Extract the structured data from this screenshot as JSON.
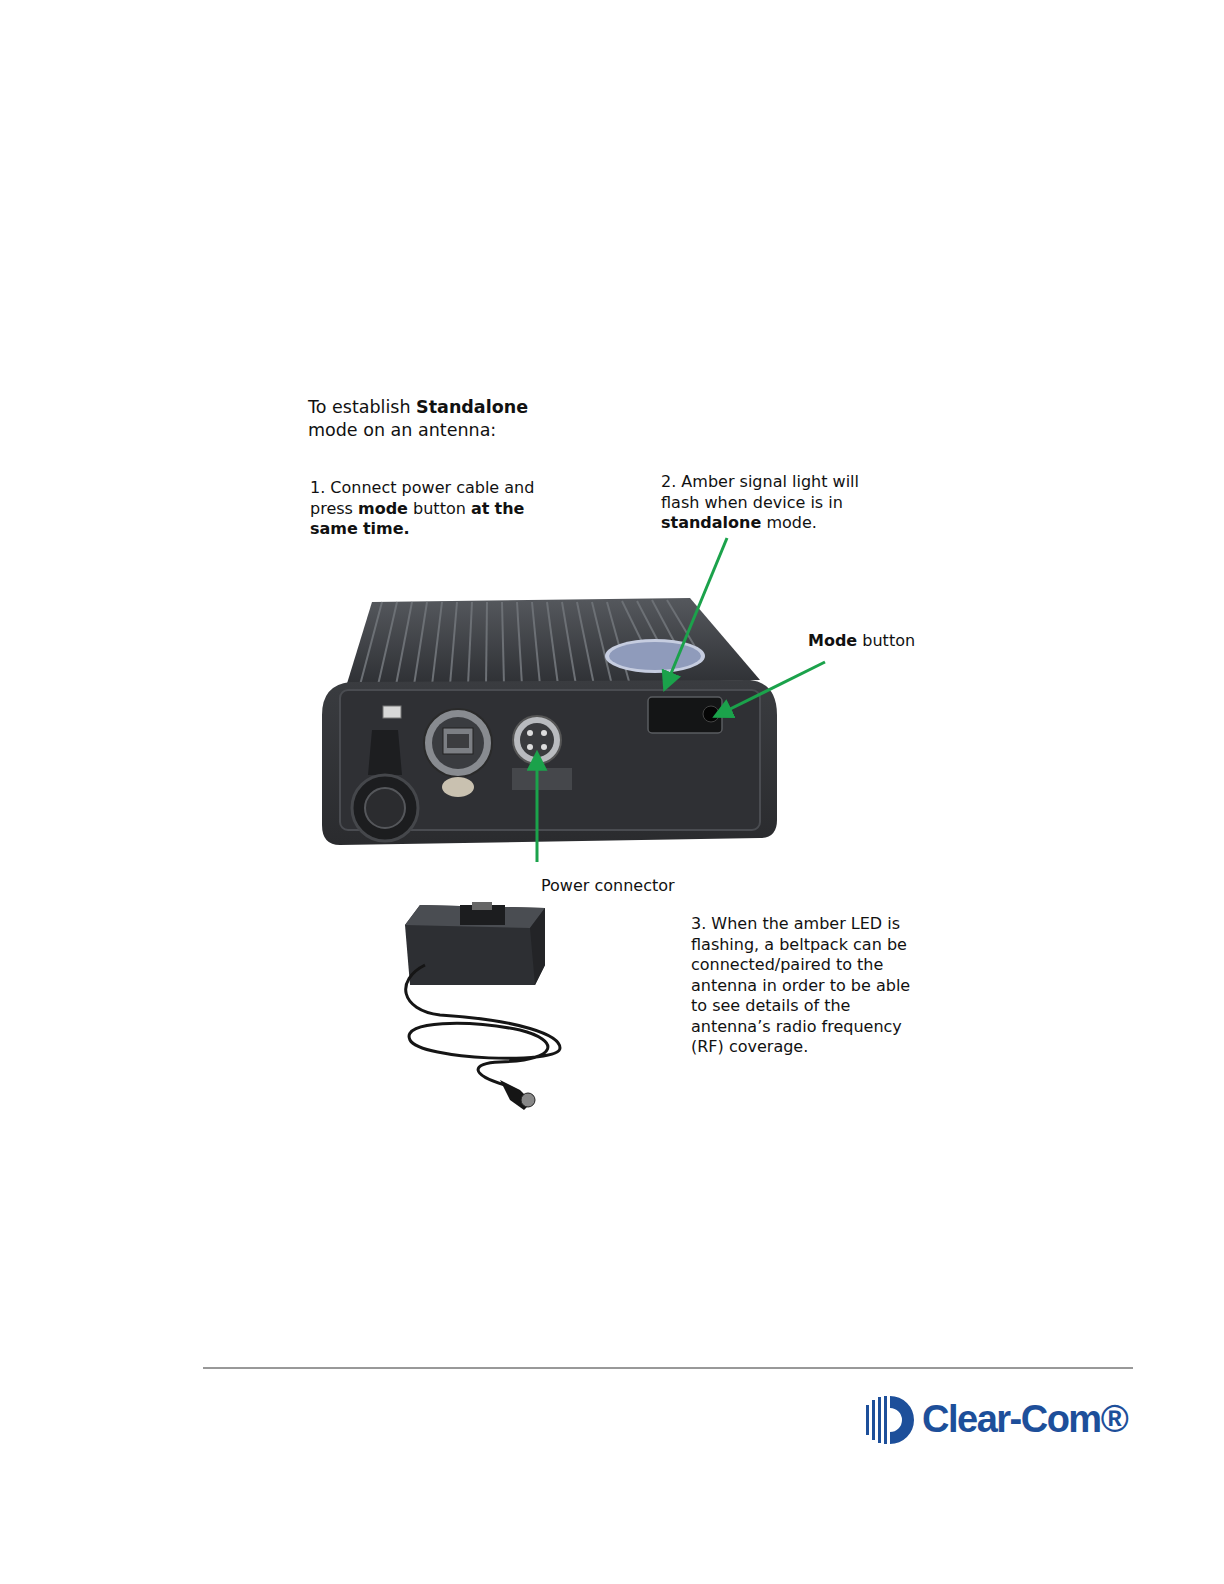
{
  "diagram": {
    "title": "To establish Standalone mode on an antenna:",
    "labels": [
      "1. Connect power cable and press mode button at the same time.",
      "2. Amber signal light will flash when device is in standalone mode.",
      "Mode button",
      "Power connector",
      "3. When the amber LED is flashing, a beltpack can be connected/paired to the antenna in order to be able to see details of the antenna’s radio frequency (RF) coverage.",
      "Clear-Com®"
    ]
  }
}
